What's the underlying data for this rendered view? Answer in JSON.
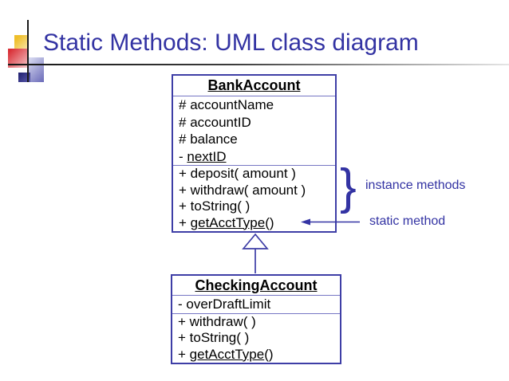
{
  "title": "Static Methods: UML class diagram",
  "uml": {
    "bank": {
      "name": "BankAccount",
      "attributes": [
        {
          "prefix": "# ",
          "name": "accountName",
          "suffix": "",
          "static": false
        },
        {
          "prefix": "# ",
          "name": "accountID",
          "suffix": "",
          "static": false
        },
        {
          "prefix": "# ",
          "name": "balance",
          "suffix": "",
          "static": false
        },
        {
          "prefix": "- ",
          "name": "nextID",
          "suffix": "",
          "static": true
        }
      ],
      "methods": [
        {
          "prefix": "+ ",
          "name": "deposit( amount )",
          "suffix": "",
          "static": false
        },
        {
          "prefix": "+ ",
          "name": "withdraw( amount )",
          "suffix": "",
          "static": false
        },
        {
          "prefix": "+ ",
          "name": "toString( )",
          "suffix": "",
          "static": false
        },
        {
          "prefix": "+ ",
          "name": "getAcctType",
          "suffix": "()",
          "static": true
        }
      ]
    },
    "checking": {
      "name": "CheckingAccount",
      "attributes": [
        {
          "prefix": "- ",
          "name": "overDraftLimit",
          "suffix": "",
          "static": false
        }
      ],
      "methods": [
        {
          "prefix": "+ ",
          "name": "withdraw( )",
          "suffix": "",
          "static": false
        },
        {
          "prefix": "+ ",
          "name": "toString( )",
          "suffix": "",
          "static": false
        },
        {
          "prefix": "+ ",
          "name": "getAcctType",
          "suffix": "()",
          "static": true
        }
      ]
    }
  },
  "annotations": {
    "brace_glyph": "}",
    "instance_methods_label": "instance methods",
    "static_method_label": "static method"
  },
  "colors": {
    "title": "#3333A3",
    "box_border": "#3E3EA6",
    "separator": "#7676C4",
    "annotation": "#3333A3",
    "text": "#000000"
  }
}
